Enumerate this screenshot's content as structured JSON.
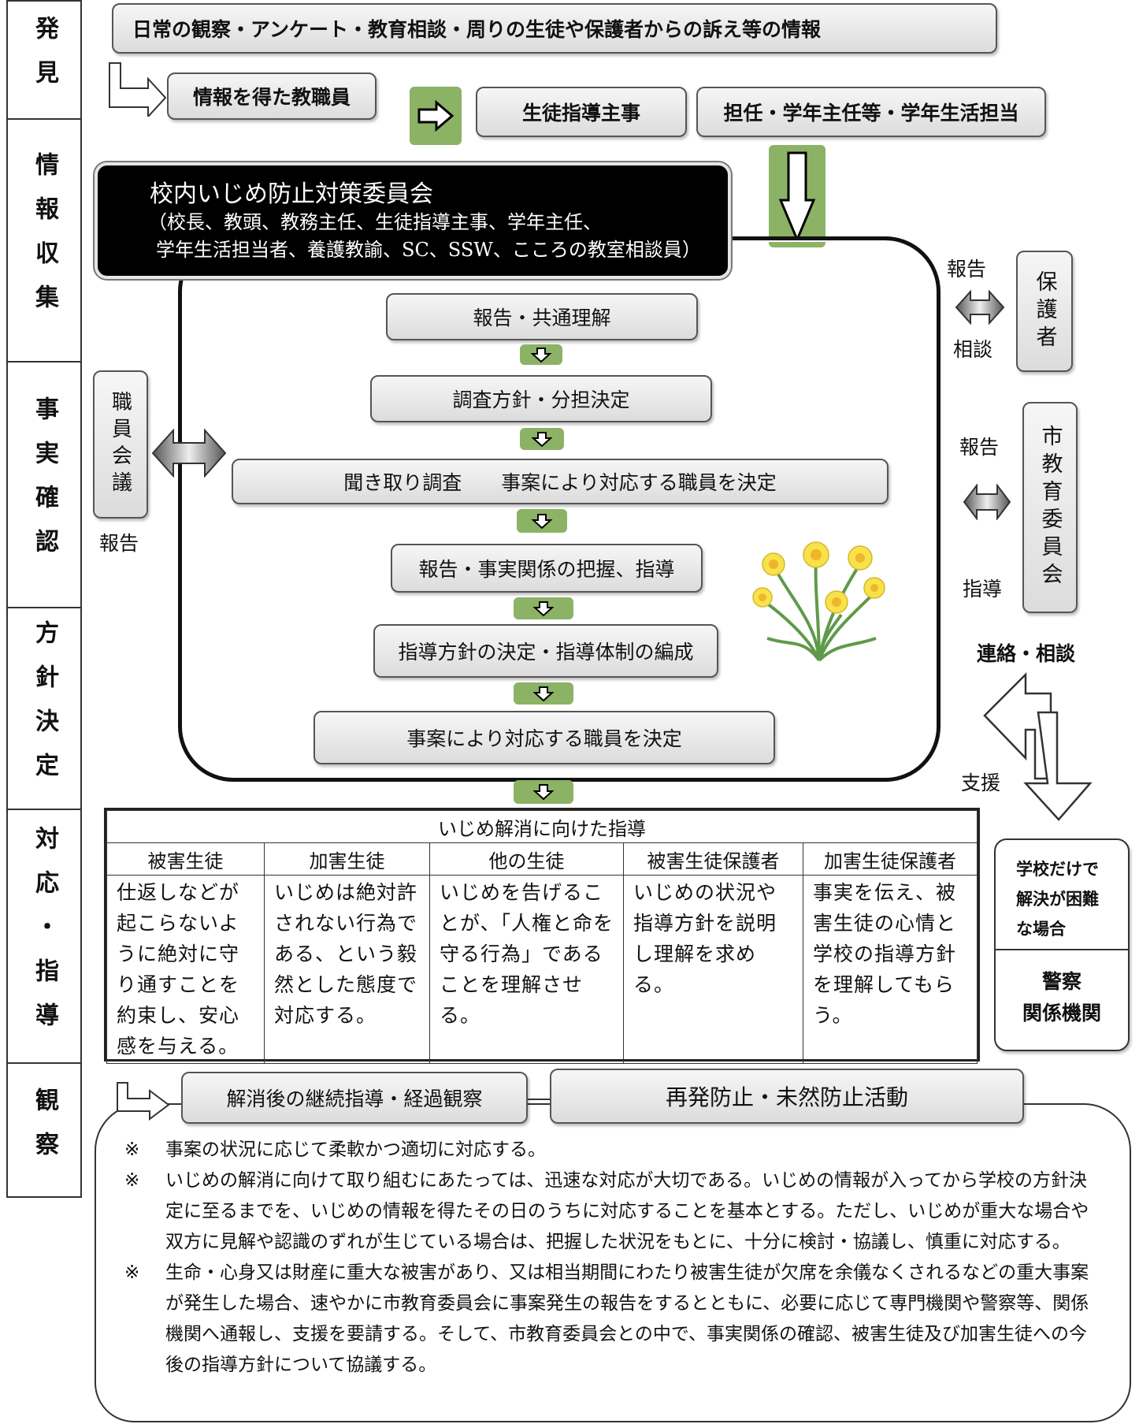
{
  "stages": [
    "発見",
    "情報収集",
    "事実確認",
    "方針決定",
    "対応・指導",
    "観察"
  ],
  "top": {
    "info_source": "日常の観察・アンケート・教育相談・周りの生徒や保護者からの訴え等の情報",
    "informed_staff": "情報を得た教職員",
    "guidance_head": "生徒指導主事",
    "homeroom": "担任・学年主任等・学年生活担当"
  },
  "committee": {
    "title": "校内いじめ防止対策委員会",
    "members_line1": "（校長、教頭、教務主任、生徒指導主事、学年主任、",
    "members_line2": "学年生活担当者、養護教諭、SC、SSW、こころの教室相談員）"
  },
  "flow_steps": [
    "報告・共通理解",
    "調査方針・分担決定",
    "聞き取り調査　　事案により対応する職員を決定",
    "報告・事実関係の把握、指導",
    "指導方針の決定・指導体制の編成",
    "事案により対応する職員を決定"
  ],
  "side": {
    "staff_meeting": "職員会議",
    "staff_report": "報告",
    "guardian": "保護者",
    "guardian_report": "報告",
    "guardian_consult": "相談",
    "board": "市教育委員会",
    "board_report": "報告",
    "board_guidance": "指導",
    "contact": "連絡・相談",
    "support": "支援",
    "difficult_case": "学校だけで解決が困難な場合",
    "police": "警察",
    "agencies": "関係機関"
  },
  "table": {
    "title": "いじめ解消に向けた指導",
    "headers": [
      "被害生徒",
      "加害生徒",
      "他の生徒",
      "被害生徒保護者",
      "加害生徒保護者"
    ],
    "cells": [
      "仕返しなどが起こらないように絶対に守り通すことを約束し、安心感を与える。",
      "いじめは絶対許されない行為である、という毅然とした態度で対応する。",
      "いじめを告げることが、「人権と命を守る行為」であることを理解させる。",
      "いじめの状況や指導方針を説明し理解を求める。",
      "事実を伝え、被害生徒の心情と学校の指導方針を理解してもらう。"
    ]
  },
  "bottom": {
    "follow_up": "解消後の継続指導・経過観察",
    "prevention": "再発防止・未然防止活動"
  },
  "notes": {
    "mark": "※",
    "items": [
      "事案の状況に応じて柔軟かつ適切に対応する。",
      "いじめの解消に向けて取り組むにあたっては、迅速な対応が大切である。いじめの情報が入ってから学校の方針決定に至るまでを、いじめの情報を得たその日のうちに対応することを基本とする。ただし、いじめが重大な場合や双方に見解や認識のずれが生じている場合は、把握した状況をもとに、十分に検討・協議し、慎重に対応する。",
      "生命・心身又は財産に重大な被害があり、又は相当期間にわたり被害生徒が欠席を余儀なくされるなどの重大事案が発生した場合、速やかに市教育委員会に事案発生の報告をするとともに、必要に応じて専門機関や警察等、関係機関へ通報し、支援を要請する。そして、市教育委員会との中で、事実関係の確認、被害生徒及び加害生徒への今後の指導方針について協議する。"
    ]
  },
  "colors": {
    "arrow_green": "#8cb266",
    "box_black": "#000000",
    "box_grey": "#dcdcdc"
  }
}
